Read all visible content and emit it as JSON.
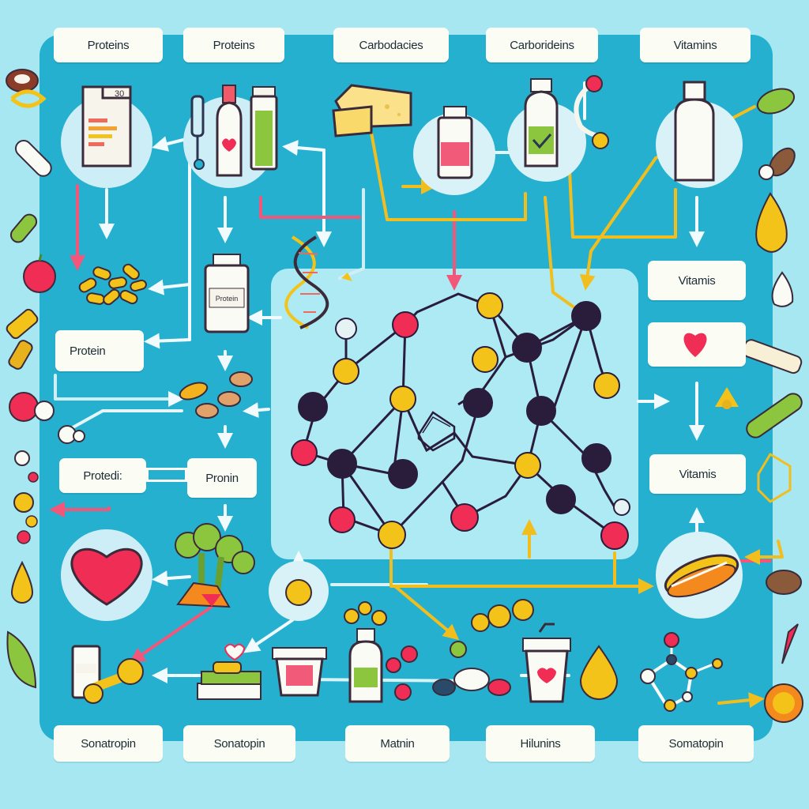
{
  "labels": {
    "top_proteins_1": "Proteins",
    "top_proteins_2": "Proteins",
    "top_carbodaties": "Carbodacies",
    "top_carboridoins": "Carborideins",
    "top_vitamins": "Vitamins",
    "right_vitamis_1": "Vitamis",
    "right_vitamis_2": "Vitamis",
    "left_protein": "Protein",
    "left_protedi": "Protedi:",
    "left_pronin": "Pronin",
    "bottle_label": "Protein",
    "bottom_sonatropin_1": "Sonatropin",
    "bottom_sonatopin": "Sonatopin",
    "bottom_matnin": "Matnin",
    "bottom_hilunins": "Hilunins",
    "bottom_somatopin": "Somatopin",
    "box_number": "30"
  },
  "colors": {
    "background": "#a6e7f2",
    "panel": "#26b0cf",
    "center": "#aeeaf4",
    "label_bg": "#fbfdf4",
    "arrow_red": "#f2577a",
    "arrow_yellow": "#f2be1e",
    "arrow_white": "#f1fbfd",
    "node_dark": "#2a1d3c",
    "node_yellow": "#f4c31a",
    "node_red": "#ef2d55"
  },
  "icons": [
    "supplement-box-icon",
    "dropper-icon",
    "juice-bottle-icon",
    "tube-bottle-icon",
    "cheese-icon",
    "pill-bottle-icon",
    "check-bottle-icon",
    "vitamin-jar-icon",
    "dna-icon",
    "capsules-icon",
    "heart-icon",
    "broccoli-icon",
    "dumbbell-icon",
    "yogurt-cup-icon",
    "drink-cup-icon",
    "oil-drop-icon",
    "sandwich-icon",
    "leaf-icon",
    "molecule-icon"
  ]
}
